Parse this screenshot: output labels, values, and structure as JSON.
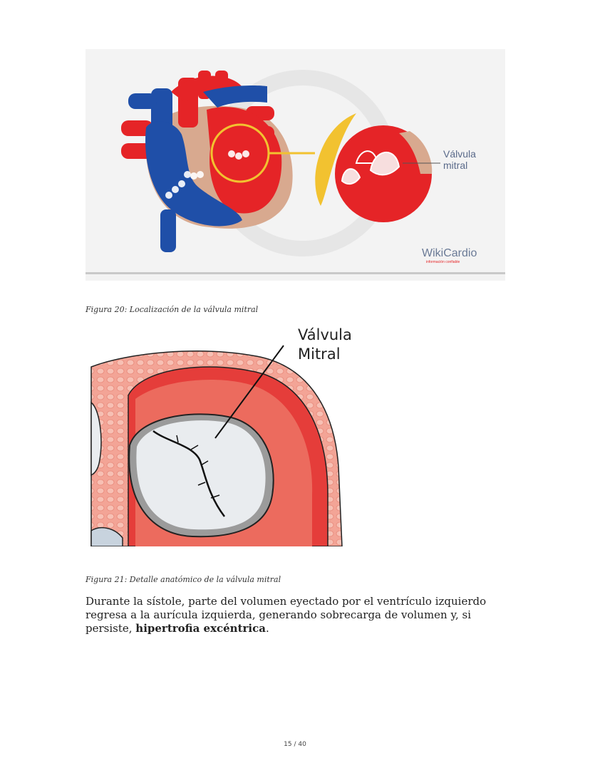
{
  "figure1": {
    "callout": "Válvula\nmitral",
    "logo_text": "WikiCardio",
    "logo_tagline": "información confiable"
  },
  "figure1_caption": "Figura 20: Localización de la válvula mitral",
  "figure2": {
    "callout_line1": "Válvula",
    "callout_line2": "Mitral"
  },
  "figure2_caption": "Figura 21: Detalle anatómico de la válvula mitral",
  "paragraph": {
    "part1": "Durante la sístole, parte del volumen eyectado por el ventrículo izquierdo regresa a la aurícula izquierda, generando sobrecarga de volumen y, si persiste, ",
    "bold": "hipertrofia excéntrica",
    "part2": "."
  },
  "page_number": "15 / 40",
  "colors": {
    "red": "#e52427",
    "blue": "#1f4fa8",
    "tan": "#d8a98f",
    "yellow": "#f2c230",
    "tissue": "#f08c80"
  }
}
